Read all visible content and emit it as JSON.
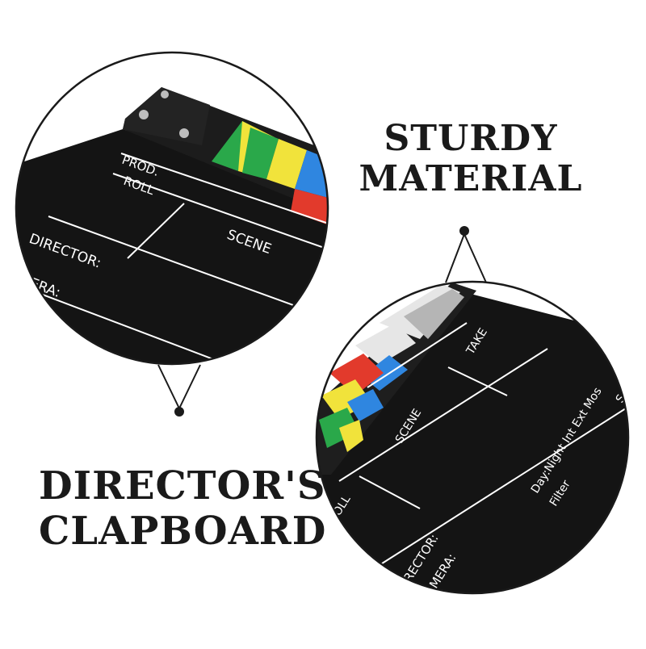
{
  "colors": {
    "board": "#141414",
    "border": "#1a1a1a",
    "green": "#2aa84a",
    "yellow": "#f1e33b",
    "blue": "#2f86e0",
    "red": "#e23a2c",
    "grey_light": "#e6e6e6",
    "grey_mid": "#b5b5b5",
    "white": "#ffffff"
  },
  "headline_top": {
    "line1": "STURDY",
    "line2": "MATERIAL"
  },
  "headline_bottom": {
    "line1": "DIRECTOR'S",
    "line2": "CLAPBOARD"
  },
  "left_board": {
    "prod": "PROD.",
    "roll": "ROLL",
    "scene": "SCENE",
    "director": "DIRECTOR:",
    "camera": "MERA:"
  },
  "right_board": {
    "take": "TAKE",
    "scene": "SCENE",
    "roll": "OLL",
    "director": "RECTOR:",
    "camera": "MERA:",
    "day_night": "Day:Night  Int  Ext  Mos",
    "filter": "Filter",
    "s": "S"
  }
}
